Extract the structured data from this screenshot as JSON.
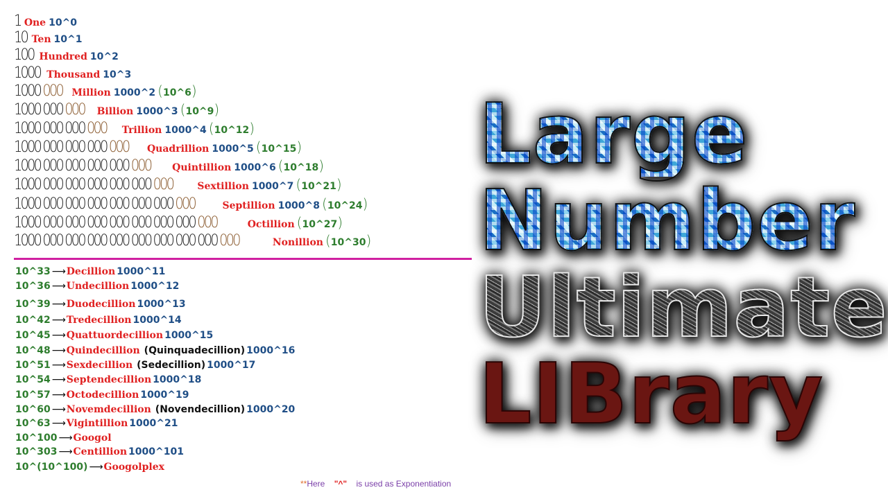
{
  "upper_rows": [
    {
      "lead": "1",
      "tail": "",
      "name": "One",
      "pow": "10^0",
      "alt": ""
    },
    {
      "lead": "10",
      "tail": "",
      "name": "Ten",
      "pow": "10^1",
      "alt": ""
    },
    {
      "lead": "100",
      "tail": "",
      "name": "Hundred",
      "pow": "10^2",
      "alt": ""
    },
    {
      "lead": "1000",
      "tail": "",
      "name": "Thousand",
      "pow": "10^3",
      "alt": ""
    },
    {
      "lead": "1000",
      "tail": "000",
      "name": "Million",
      "pow": "1000^2",
      "alt": "10^6"
    },
    {
      "lead": "1000 000",
      "tail": "000",
      "name": "Billion",
      "pow": "1000^3",
      "alt": "10^9"
    },
    {
      "lead": "1000 000 000",
      "tail": "000",
      "name": "Trillion",
      "pow": "1000^4",
      "alt": "10^12"
    },
    {
      "lead": "1000 000 000 000",
      "tail": "000",
      "name": "Quadrillion",
      "pow": "1000^5",
      "alt": "10^15"
    },
    {
      "lead": "1000 000 000 000 000",
      "tail": "000",
      "name": "Quintillion",
      "pow": "1000^6",
      "alt": "10^18"
    },
    {
      "lead": "1000 000 000 000 000 000",
      "tail": "000",
      "name": "Sextillion",
      "pow": "1000^7",
      "alt": "10^21"
    },
    {
      "lead": "1000 000 000 000 000 000 000",
      "tail": "000",
      "name": "Septillion",
      "pow": "1000^8",
      "alt": "10^24"
    },
    {
      "lead": "1000 000 000 000 000 000 000 000",
      "tail": "000",
      "name": "Octillion",
      "pow": "",
      "alt": "10^27"
    },
    {
      "lead": "1000 000 000 000 000 000 000 000 000",
      "tail": "000",
      "name": "Nonillion",
      "pow": "",
      "alt": "10^30"
    }
  ],
  "lower_rows": [
    {
      "exp": "10^33",
      "name": "Decillion",
      "alias": "",
      "pow": "1000^11"
    },
    {
      "exp": "10^36",
      "name": "Undecillion",
      "alias": "",
      "pow": "1000^12"
    },
    {
      "exp": "10^39",
      "name": "Duodecillion",
      "alias": "",
      "pow": "1000^13"
    },
    {
      "exp": "10^42",
      "name": "Tredecillion",
      "alias": "",
      "pow": "1000^14"
    },
    {
      "exp": "10^45",
      "name": "Quattuordecillion",
      "alias": "",
      "pow": "1000^15"
    },
    {
      "exp": "10^48",
      "name": "Quindecillion",
      "alias": "(Quinquadecillion)",
      "pow": "1000^16"
    },
    {
      "exp": "10^51",
      "name": "Sexdecillion",
      "alias": "(Sedecillion)",
      "pow": "1000^17"
    },
    {
      "exp": "10^54",
      "name": "Septendecillion",
      "alias": "",
      "pow": "1000^18"
    },
    {
      "exp": "10^57",
      "name": "Octodecillion",
      "alias": "",
      "pow": "1000^19"
    },
    {
      "exp": "10^60",
      "name": "Novemdecillion",
      "alias": "(Novendecillion)",
      "pow": "1000^20"
    },
    {
      "exp": "10^63",
      "name": "Vigintillion",
      "alias": "",
      "pow": "1000^21"
    },
    {
      "exp": "10^100",
      "name": "Googol",
      "alias": "",
      "pow": ""
    },
    {
      "exp": "10^303",
      "name": "Centillion",
      "alias": "",
      "pow": "1000^101"
    },
    {
      "exp": "10^(10^100)",
      "name": "Googolplex",
      "alias": "",
      "pow": ""
    }
  ],
  "arrow": "⟶",
  "footnote": {
    "stars": "**",
    "before": "Here",
    "symbol": "\"^\"",
    "after": "is used as Exponentiation"
  },
  "title_lines": [
    "Large",
    "Number",
    "Ultimate",
    "LIBrary"
  ],
  "colors": {
    "name_red": "#e02020",
    "power_blue": "#1f4e86",
    "alt_green": "#2e7d2e",
    "divider_magenta": "#d020a0",
    "title_blue": "#3fa7d8",
    "title_gray": "#555555",
    "title_maroon": "#6a1612"
  }
}
